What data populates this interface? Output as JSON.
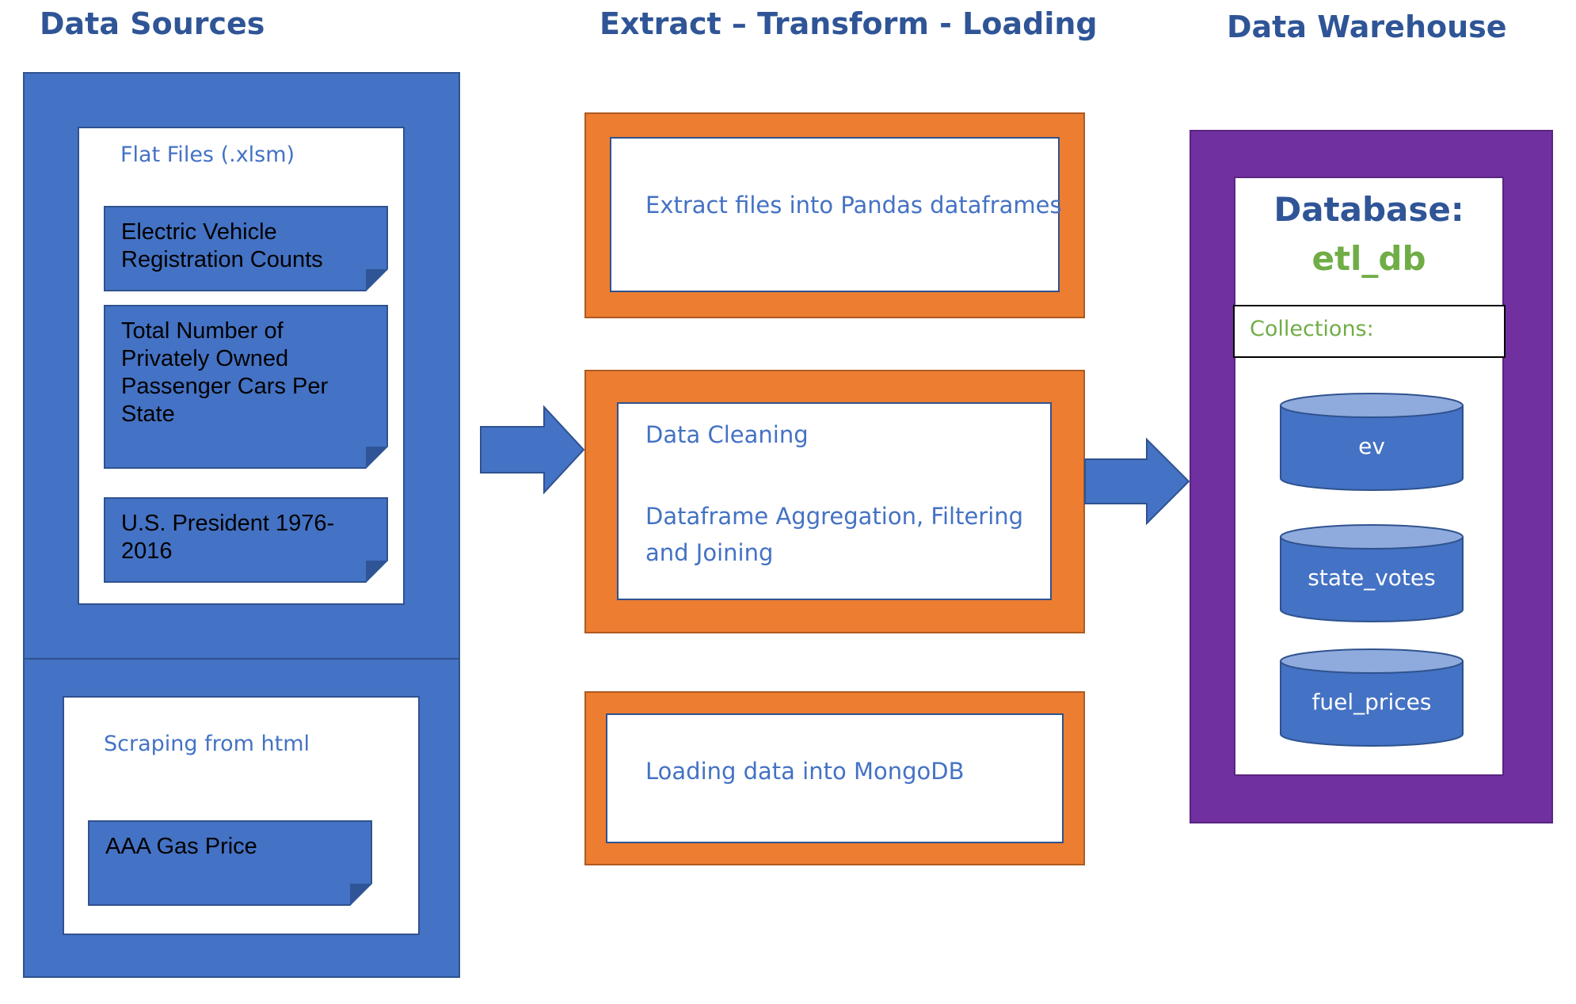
{
  "headings": {
    "sources": "Data Sources",
    "etl": "Extract – Transform - Loading",
    "warehouse": "Data Warehouse"
  },
  "sources": {
    "flat_files": {
      "title": "Flat Files (.xlsm)",
      "items": [
        "Electric Vehicle Registration Counts",
        "Total Number of Privately Owned Passenger Cars Per State",
        "U.S. President 1976-2016"
      ]
    },
    "scraping": {
      "title": "Scraping from html",
      "items": [
        "AAA Gas Price"
      ]
    }
  },
  "etl": {
    "extract": "Extract files into Pandas dataframes",
    "transform_cleaning": "Data Cleaning",
    "transform_agg_line1": "Dataframe Aggregation, Filtering",
    "transform_agg_line2": "and Joining",
    "load": "Loading data into MongoDB"
  },
  "warehouse": {
    "db_label": "Database:",
    "db_name": "etl_db",
    "collections_label": "Collections:",
    "collections": [
      "ev",
      "state_votes",
      "fuel_prices"
    ]
  },
  "colors": {
    "heading": "#2F5597",
    "source_blue": "#4472C4",
    "etl_orange": "#ED7D31",
    "warehouse_purple": "#7030A0",
    "db_green": "#70AD47"
  },
  "icons": [
    "right-arrow-icon",
    "database-cylinder-icon",
    "folded-note-icon"
  ]
}
